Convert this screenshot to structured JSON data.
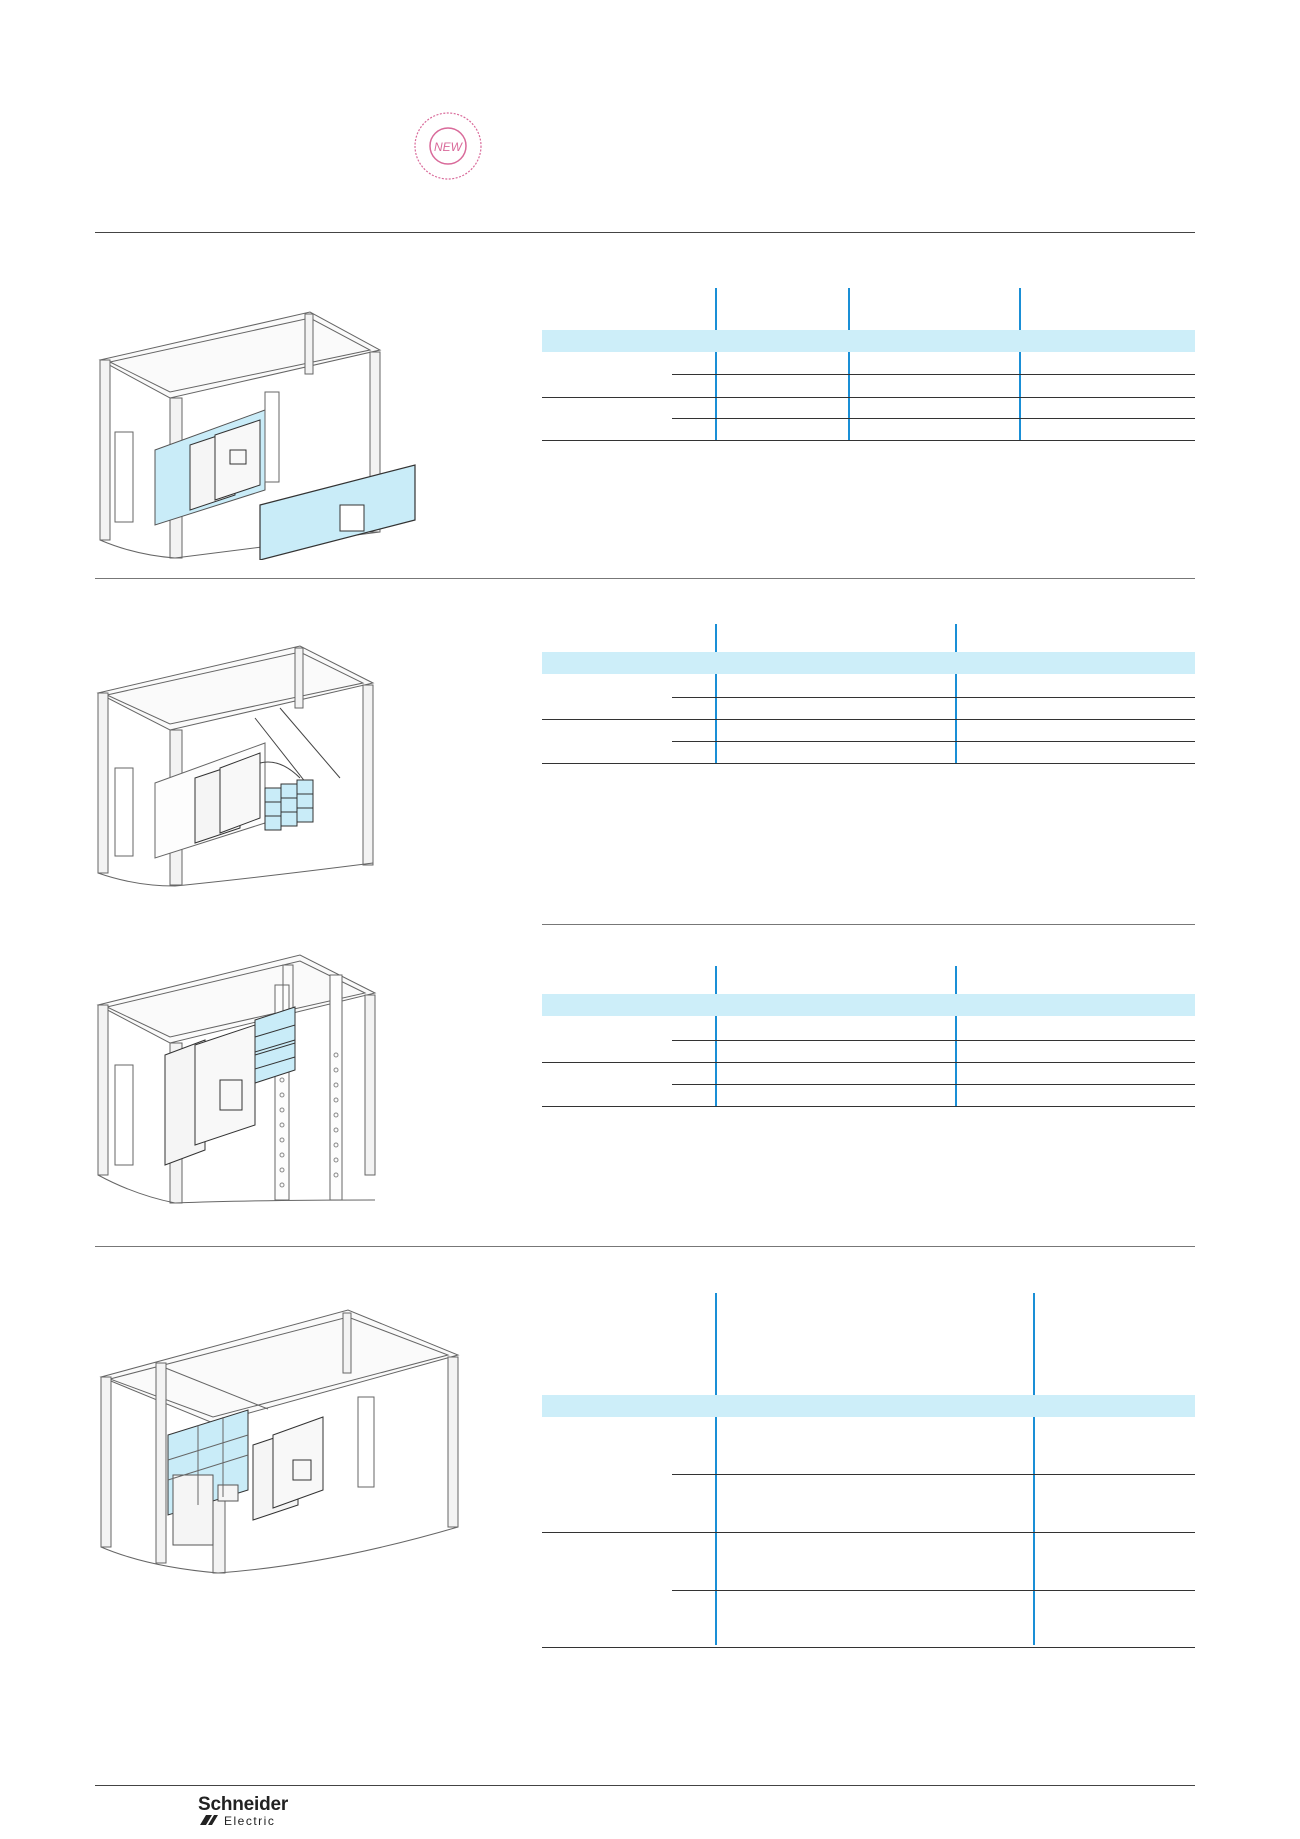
{
  "stamp": {
    "text": "NEW"
  },
  "brand": {
    "name": "Schneider",
    "sub": "Electric"
  },
  "colors": {
    "accent_blue": "#1a8fd6",
    "band_fill": "#cdeef9",
    "part_fill": "#c9ecf8"
  },
  "sections": [
    {
      "name": "panel-with-front-plate",
      "icon": "enclosure-front-plate-illustration"
    },
    {
      "name": "panel-with-distribution-block",
      "icon": "enclosure-distribution-block-illustration"
    },
    {
      "name": "panel-with-vertical-busbar",
      "icon": "enclosure-busbar-illustration"
    },
    {
      "name": "panel-double-width",
      "icon": "enclosure-double-width-illustration"
    }
  ]
}
